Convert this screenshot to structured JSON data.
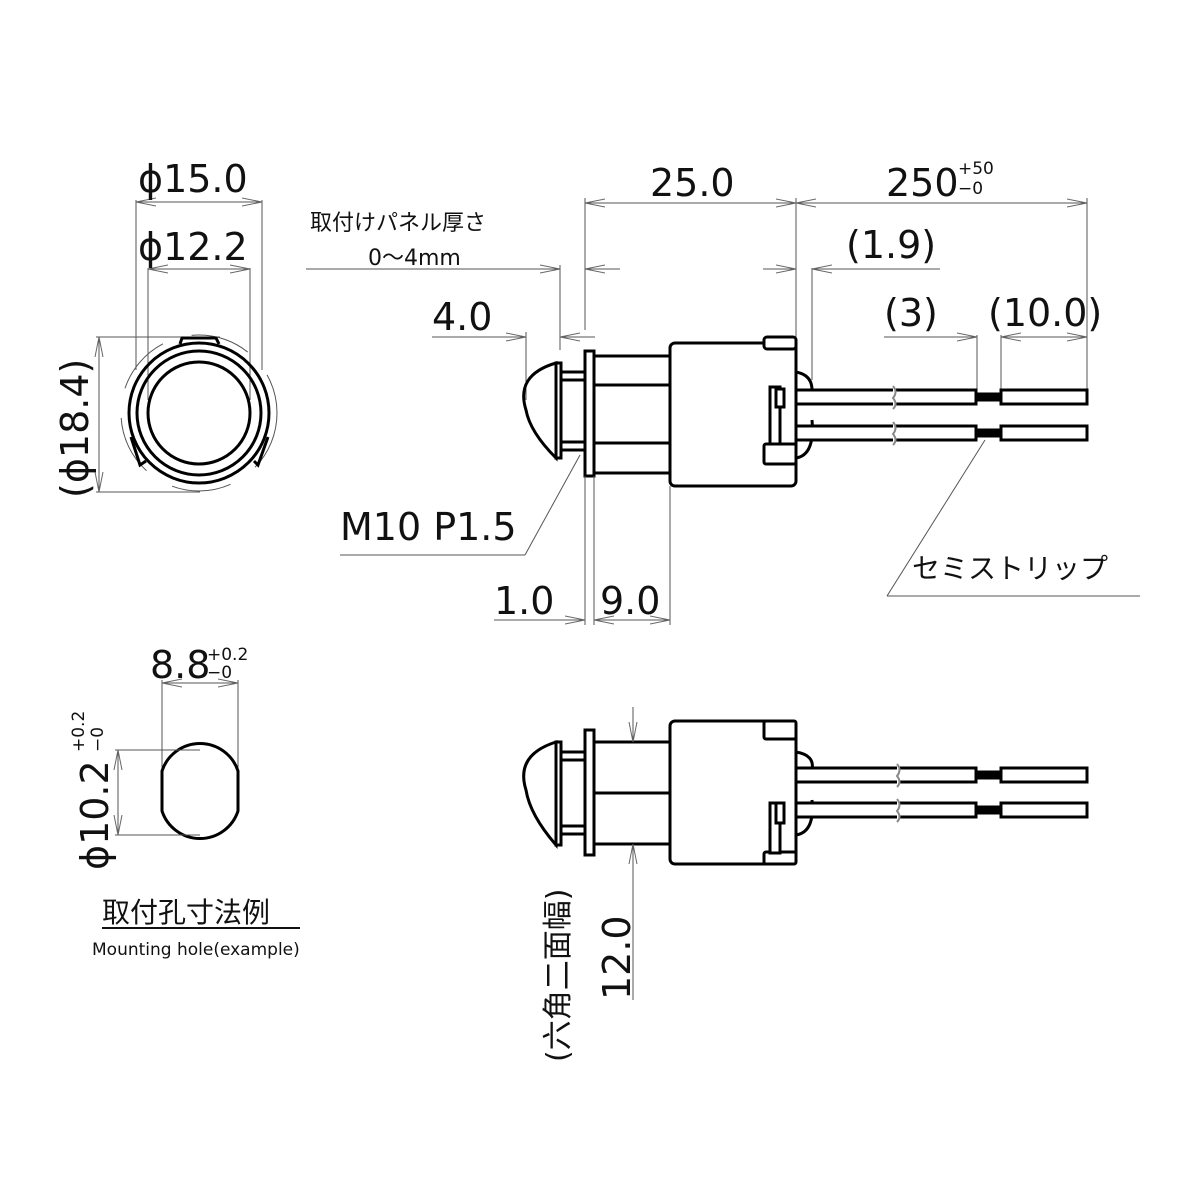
{
  "front_view": {
    "dim_outer_diameter": "ϕ15.0",
    "dim_inner_diameter": "ϕ12.2",
    "dim_bezel_diameter": "(ϕ18.4)"
  },
  "side_view": {
    "dim_overall_length": "25.0",
    "dim_lead_length_base": "250",
    "dim_lead_length_tol_plus": "+50",
    "dim_lead_length_tol_minus": "−0",
    "dim_terminal_offset": "(1.9)",
    "dim_semistrip_gap": "(3)",
    "dim_strip_length": "(10.0)",
    "panel_thickness_label": "取付けパネル厚さ",
    "panel_thickness_value": "0～4mm",
    "dim_lens_height": "4.0",
    "thread_spec": "M10 P1.5",
    "dim_flange_thickness": "1.0",
    "dim_thread_length": "9.0",
    "semistrip_label": "セミストリップ"
  },
  "mounting_hole": {
    "dim_width_base": "8.8",
    "dim_width_tol_plus": "+0.2",
    "dim_width_tol_minus": "−0",
    "dim_diameter_base": "ϕ10.2",
    "dim_diameter_tol_plus": "+0.2",
    "dim_diameter_tol_minus": "−0",
    "title_jp": "取付孔寸法例",
    "title_en": "Mounting hole(example)"
  },
  "bottom_view": {
    "hex_width_label": "(六角二面幅)",
    "dim_hex_width": "12.0"
  }
}
